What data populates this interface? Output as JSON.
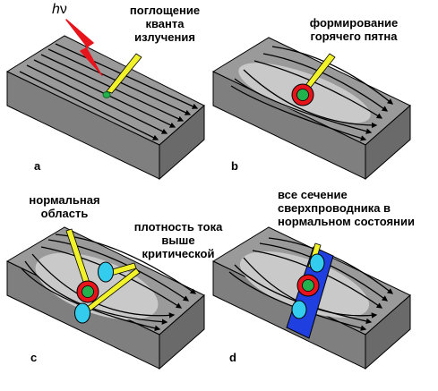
{
  "panels": [
    {
      "letter": "a",
      "label": "поглощение\nкванта\nизлучения"
    },
    {
      "letter": "b",
      "label": "формирование\nгорячего пятна"
    },
    {
      "letter": "c",
      "label_normal": "нормальная\nобласть",
      "label_density": "плотность тока\nвыше\nкритической"
    },
    {
      "letter": "d",
      "label": "все сечение\nсверхпроводника в\nнормальном состоянии"
    }
  ],
  "photon": {
    "h": "h",
    "nu": "ν"
  },
  "colors": {
    "block_top": "#9a9a9a",
    "block_front": "#7f7f7f",
    "block_side": "#6a6a6a",
    "hot_spot_ring": "#e8141c",
    "hot_spot_core": "#22b14c",
    "dome_fill": "#c9c9c9",
    "current_density": "#33ccee",
    "normal_band": "#1f3fe0",
    "lightning": "#e8141c",
    "pointer": "#f2f22a"
  }
}
